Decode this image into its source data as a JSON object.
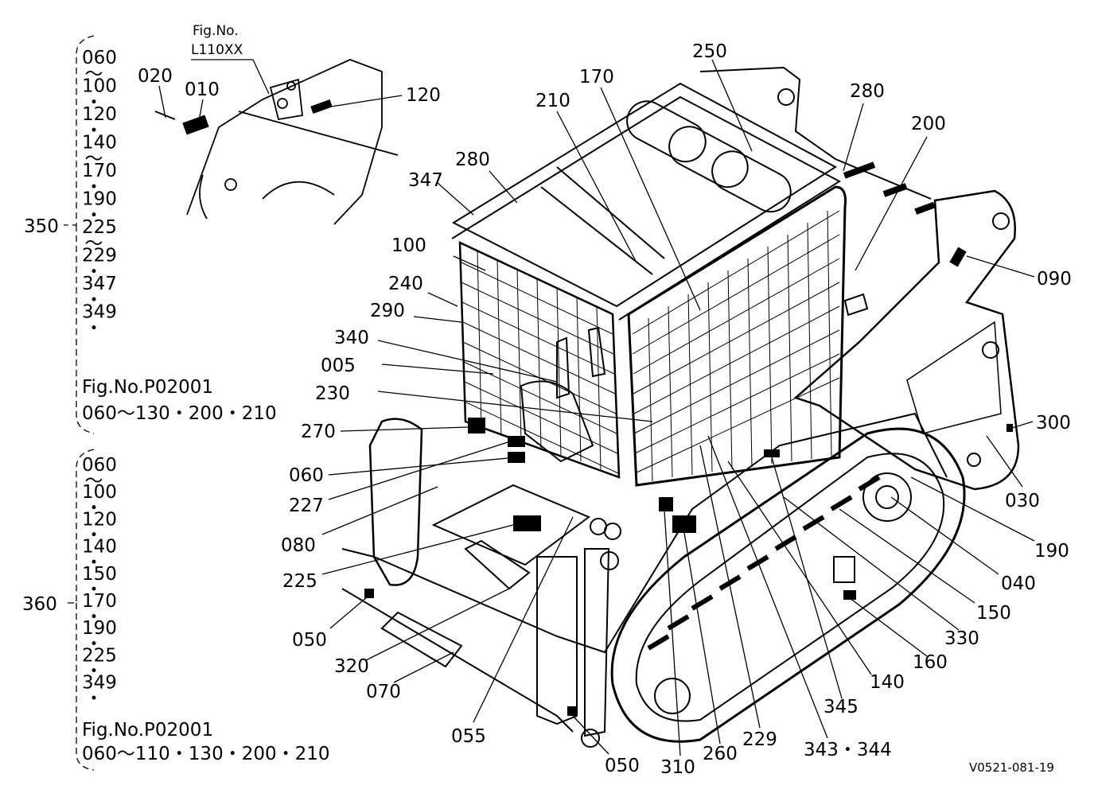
{
  "labels": {
    "p020": "020",
    "p010": "010",
    "p120_top": "120",
    "p250": "250",
    "p170": "170",
    "p210": "210",
    "p280_right": "280",
    "p200": "200",
    "p347": "347",
    "p280_left": "280",
    "p090": "090",
    "p100": "100",
    "p240": "240",
    "p290": "290",
    "p340": "340",
    "p005": "005",
    "p230": "230",
    "p270": "270",
    "p300": "300",
    "p060": "060",
    "p227": "227",
    "p030": "030",
    "p080": "080",
    "p190": "190",
    "p225": "225",
    "p040": "040",
    "p150": "150",
    "p050_left": "050",
    "p330": "330",
    "p320": "320",
    "p160": "160",
    "p140": "140",
    "p070": "070",
    "p345": "345",
    "p055": "055",
    "p229": "229",
    "p343_344": "343・344",
    "p260": "260",
    "p050_bottom": "050",
    "p310": "310"
  },
  "inset": {
    "fig_no": "Fig.No.",
    "fig_code": "L110XX"
  },
  "group350": {
    "number": "350",
    "lines": [
      "060",
      "〜",
      "100",
      "・",
      "120",
      "・",
      "140",
      "〜",
      "170",
      "・",
      "190",
      "・",
      "225",
      "〜",
      "229",
      "・",
      "347",
      "・",
      "349",
      "・"
    ],
    "fig_ref": "Fig.No.P02001",
    "fig_range": "060〜130・200・210"
  },
  "group360": {
    "number": "360",
    "lines": [
      "060",
      "〜",
      "100",
      "・",
      "120",
      "・",
      "140",
      "・",
      "150",
      "・",
      "170",
      "・",
      "190",
      "・",
      "225",
      "・",
      "349",
      "・"
    ],
    "fig_ref": "Fig.No.P02001",
    "fig_range": "060〜110・130・200・210"
  },
  "drawing_code": "V0521-081-19"
}
